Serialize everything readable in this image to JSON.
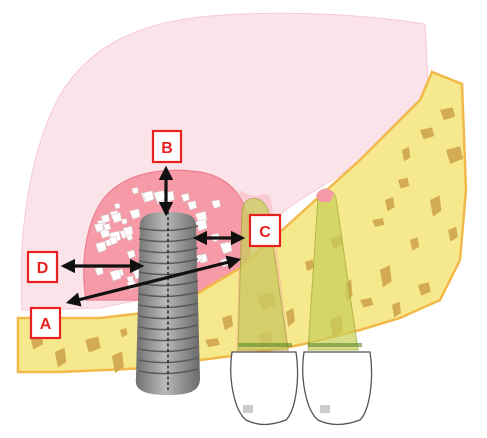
{
  "diagram": {
    "labels": {
      "a": "A",
      "b": "B",
      "c": "C",
      "d": "D"
    },
    "colors": {
      "gingiva": "#fbe3ea",
      "graft": "#f59aa6",
      "bone": "#f6e88c",
      "bone_outline": "#f2b94a",
      "trabecula": "#cfa44c",
      "implant": "#8e8e8e",
      "root": "#c8d05a",
      "label_red": "#e8201f"
    }
  }
}
